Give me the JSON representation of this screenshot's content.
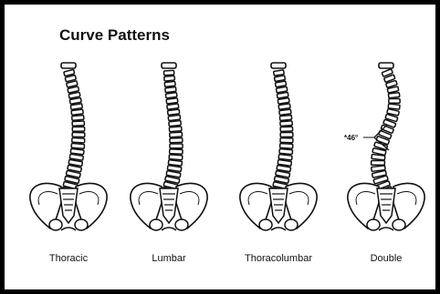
{
  "title": "Curve Patterns",
  "patterns": [
    {
      "label": "Thoracic"
    },
    {
      "label": "Lumbar"
    },
    {
      "label": "Thoracolumbar"
    },
    {
      "label": "Double"
    }
  ],
  "annotation": {
    "angle_label": "*46°"
  }
}
